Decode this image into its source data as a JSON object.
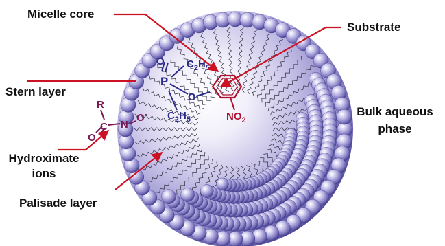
{
  "labels": {
    "micelle_core": "Micelle core",
    "substrate": "Substrate",
    "stern_layer": "Stern layer",
    "bulk_aqueous_phase_line1": "Bulk aqueous",
    "bulk_aqueous_phase_line2": "phase",
    "hydroximate_ions_line1": "Hydroximate",
    "hydroximate_ions_line2": "ions",
    "palisade_layer": "Palisade layer"
  },
  "molecule": {
    "phosphorus": "P",
    "oxygen_double": "O",
    "ethyl_top": "C",
    "ethyl_bottom": "C",
    "h5": "H",
    "sub2": "2",
    "sub5": "5",
    "ester_oxygen": "O",
    "nitro": "NO",
    "nitro_sub": "2"
  },
  "hydroximate": {
    "r": "R",
    "c": "C",
    "o": "O",
    "n": "N",
    "o_minus": "O",
    "minus": "-"
  },
  "colors": {
    "arrow": "#cc1122",
    "sphere_main": "#8e86c9",
    "sphere_dark": "#3a3380",
    "core_light": "#ffffff",
    "molecule_blue": "#2a2a8c",
    "molecule_red": "#b01030",
    "hydroximate_purple": "#7a1a55"
  }
}
